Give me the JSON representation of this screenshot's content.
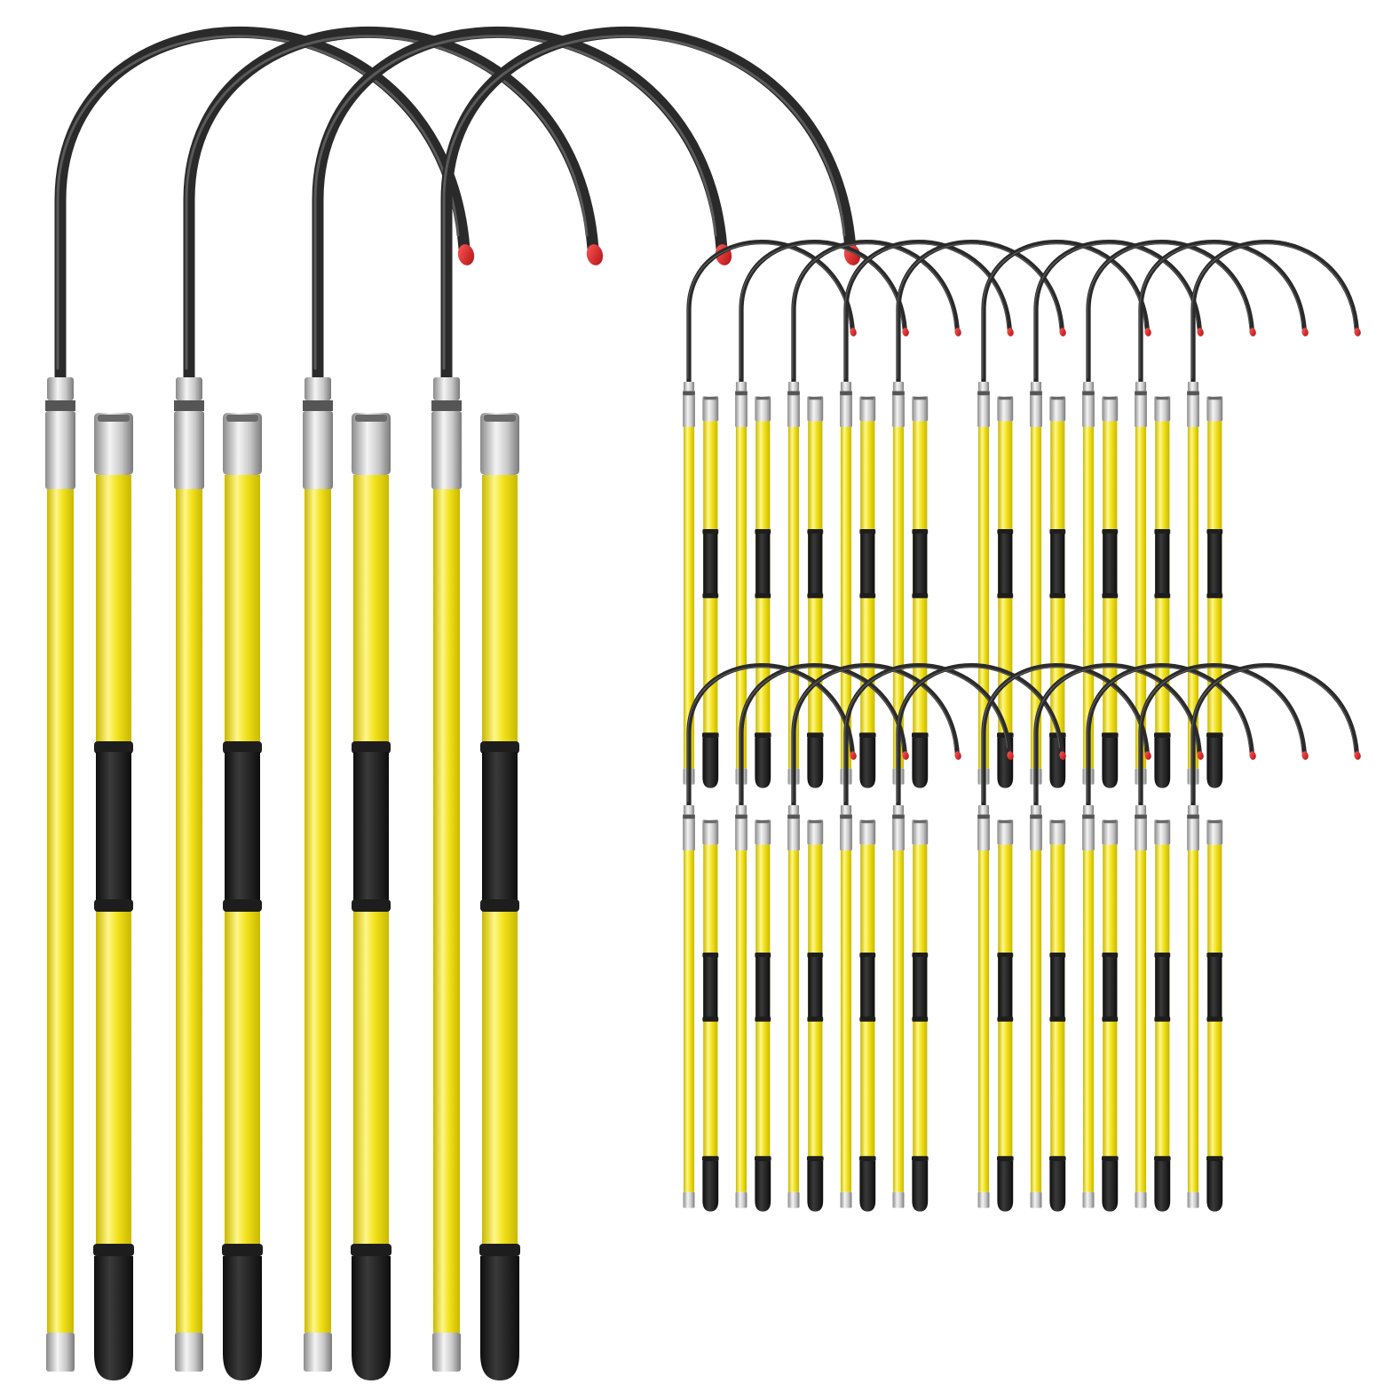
{
  "scene": {
    "subject": "fish-gaff-hook",
    "large_set_count": 4,
    "small_group_count": 4,
    "small_set_per_group": 5,
    "colors": {
      "background": "#ffffff",
      "shaft_yellow": "#f2e21c",
      "shaft_yellow_shade": "#c9b800",
      "shaft_yellow_light": "#fff68a",
      "grip_black": "#1d1d1d",
      "hook_black": "#2a2a2a",
      "tip_red": "#d81f1f",
      "metal_light": "#e8e8e8",
      "metal_dark": "#8a8a8a"
    }
  }
}
